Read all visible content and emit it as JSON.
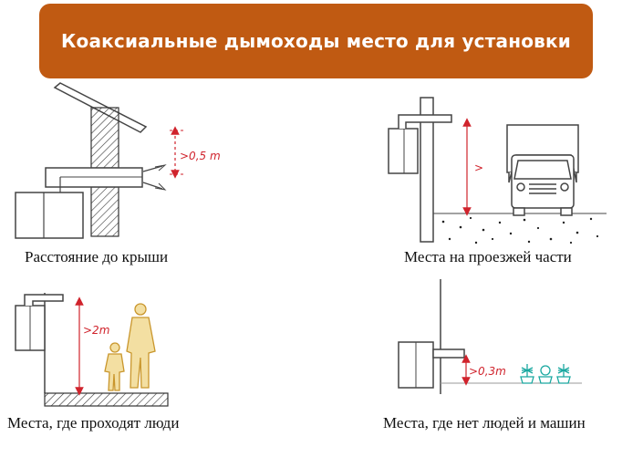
{
  "title": "Коаксиальные дымоходы место для установки",
  "colors": {
    "banner": "#c05a12",
    "measure": "#d0232c",
    "line": "#444444",
    "person": "#e0b54a",
    "flower": "#1aa8a0"
  },
  "panels": {
    "roof": {
      "caption": "Расстояние до крыши",
      "measure": ">0,5 m"
    },
    "road": {
      "caption": "Места на проезжей части",
      "measure": ">"
    },
    "people": {
      "caption": "Места, где проходят люди",
      "measure": ">2m"
    },
    "empty": {
      "caption": "Места, где нет людей и машин",
      "measure": ">0,3m"
    }
  }
}
